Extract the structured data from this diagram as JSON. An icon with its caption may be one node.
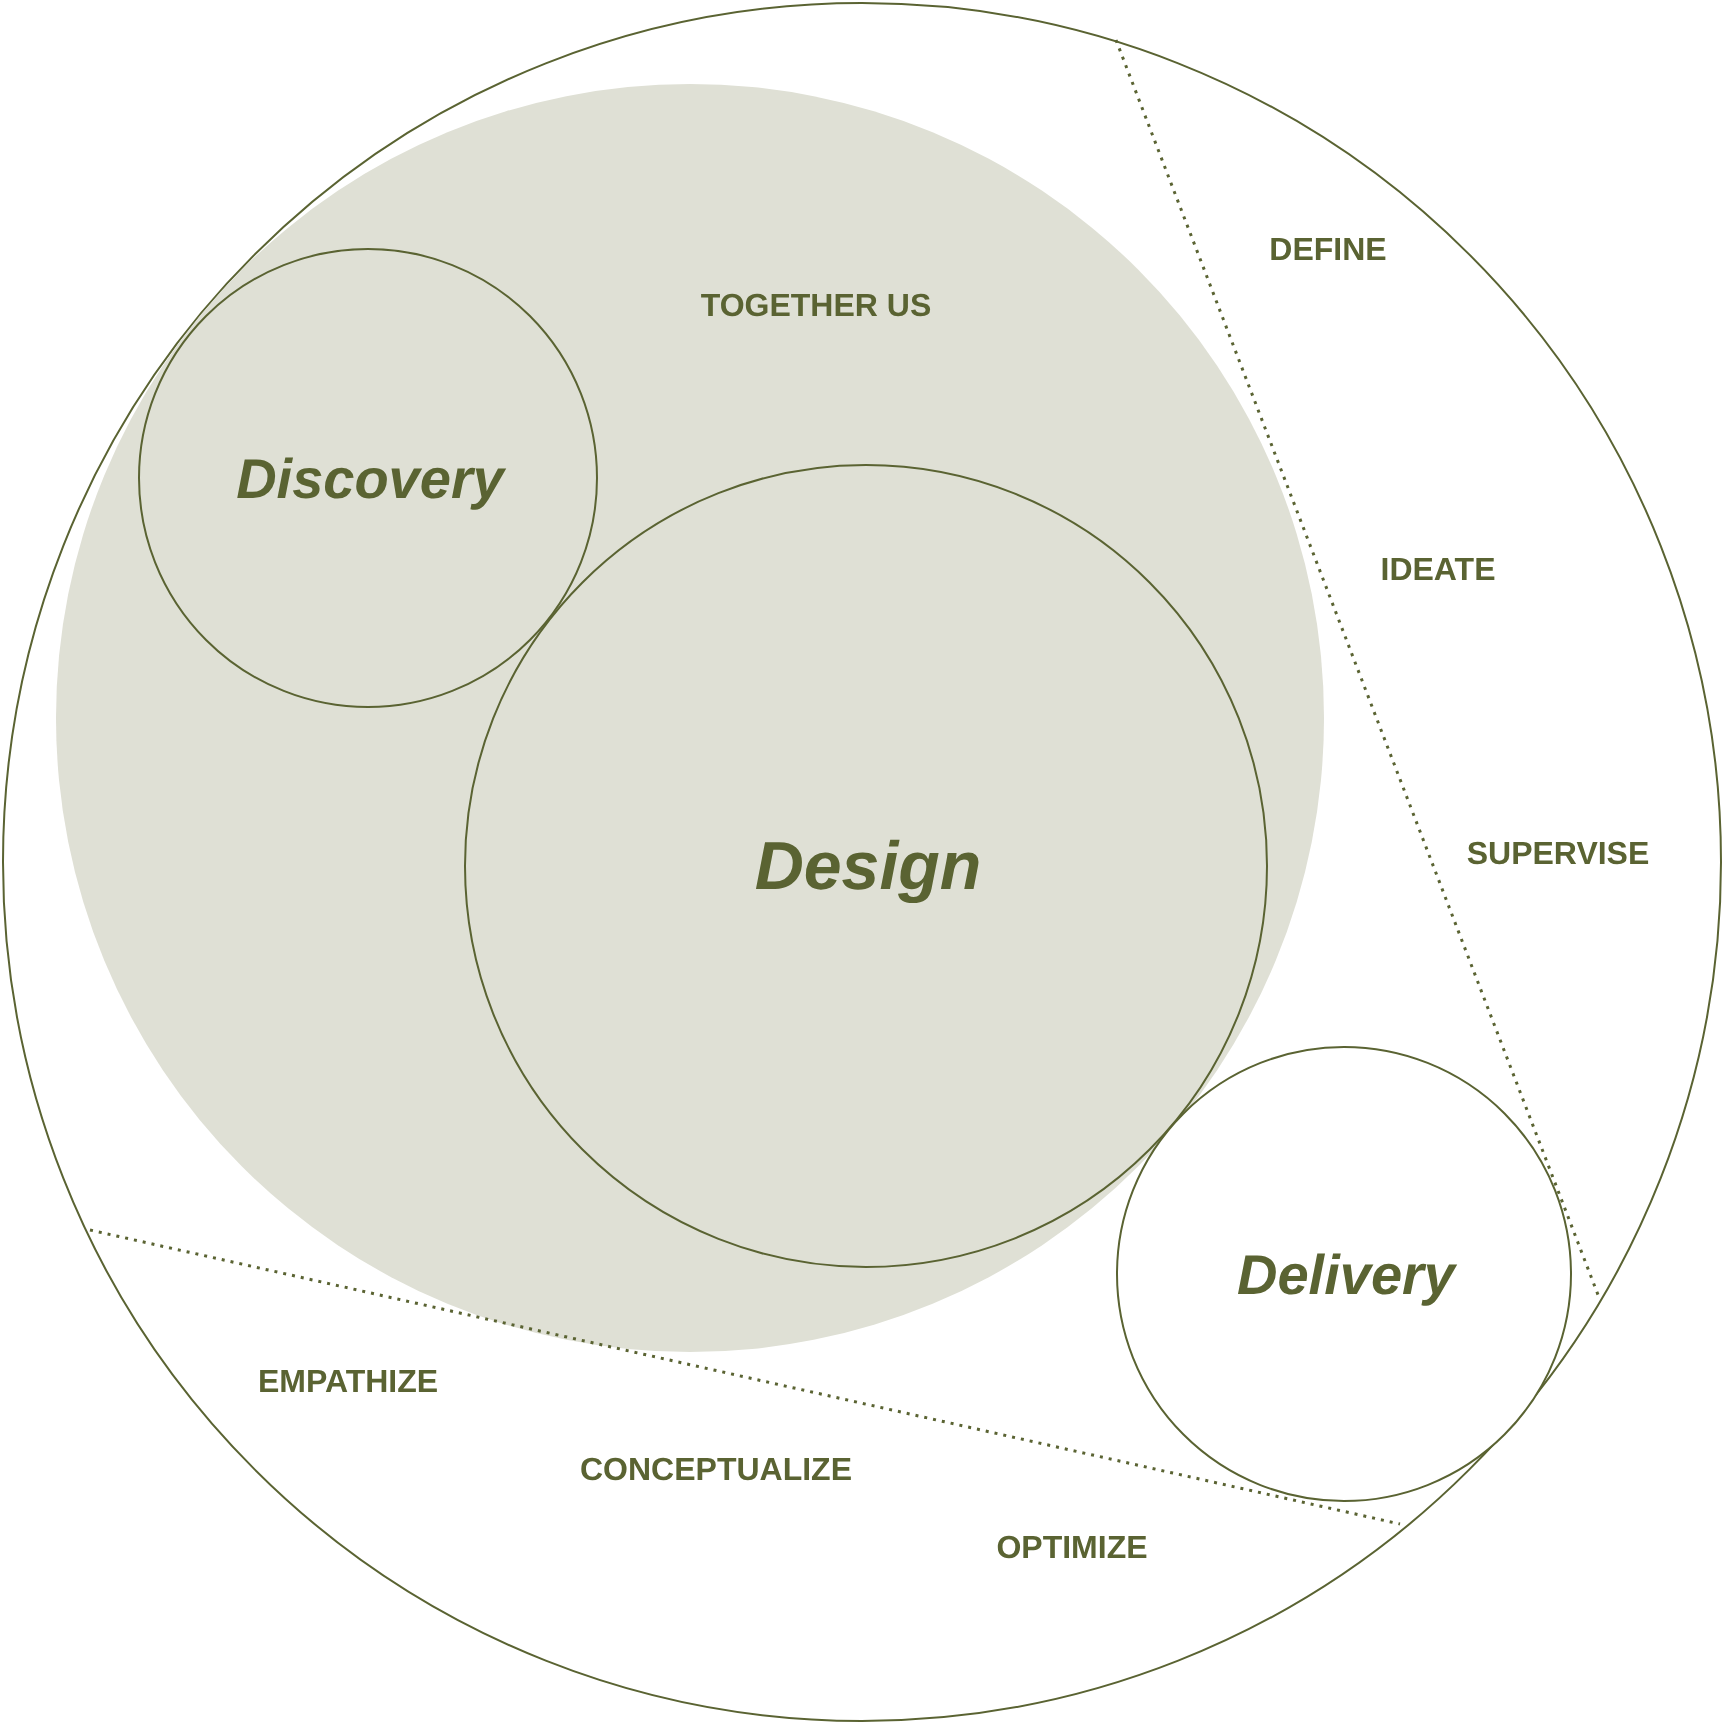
{
  "diagram": {
    "nodes": [
      {
        "text": [],
        "shape": "circle"
      },
      {
        "text": [
          "TOGETHER US"
        ],
        "in": 0
      },
      {
        "text": [
          "Discovery"
        ],
        "in": 1
      },
      {
        "text": [
          "Design"
        ],
        "in": 1
      },
      {
        "text": [
          "Delivery"
        ],
        "in": 0
      }
    ],
    "edges": [],
    "labels": [
      "DEFINE",
      "IDEATE",
      "SUPERVISE",
      "EMPATHIZE",
      "CONCEPTUALIZE",
      "OPTIMIZE"
    ]
  }
}
